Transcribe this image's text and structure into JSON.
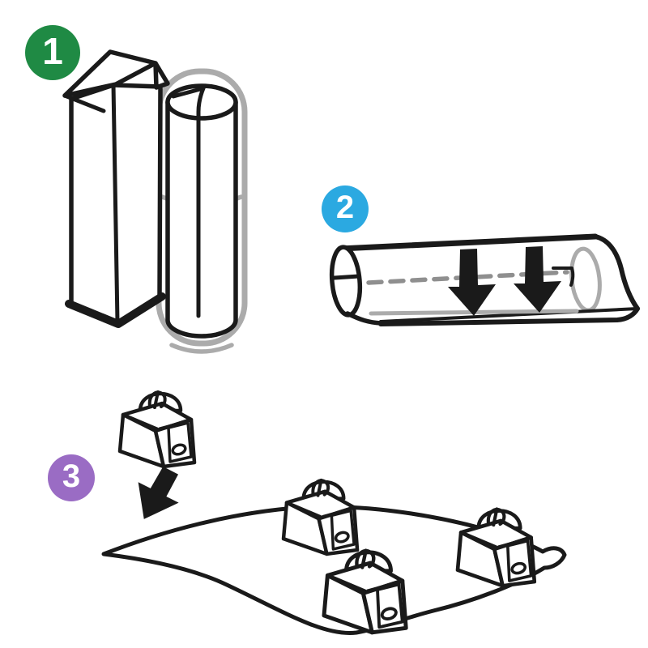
{
  "steps": [
    {
      "number": "1",
      "badge_color": "#1F8A44",
      "illustration": "carton-box-and-rolled-cover-in-bag"
    },
    {
      "number": "2",
      "badge_color": "#2BA9E1",
      "illustration": "cover-unrolled-flat-with-press-arrows"
    },
    {
      "number": "3",
      "badge_color": "#9A6CC4",
      "illustration": "anchor-weights-placed-on-spread-cover"
    }
  ],
  "colors": {
    "background": "#FFFFFF",
    "outline_black": "#1A1A1A",
    "soft_outline_gray": "#ABABAB",
    "dashed_line_gray": "#8F8F8F",
    "step1_green": "#1F8A44",
    "step2_blue": "#2BA9E1",
    "step3_purple": "#9A6CC4"
  },
  "icons": {
    "press_arrows": "down-arrow-icon",
    "drop_arrow": "down-right-arrow-icon"
  }
}
